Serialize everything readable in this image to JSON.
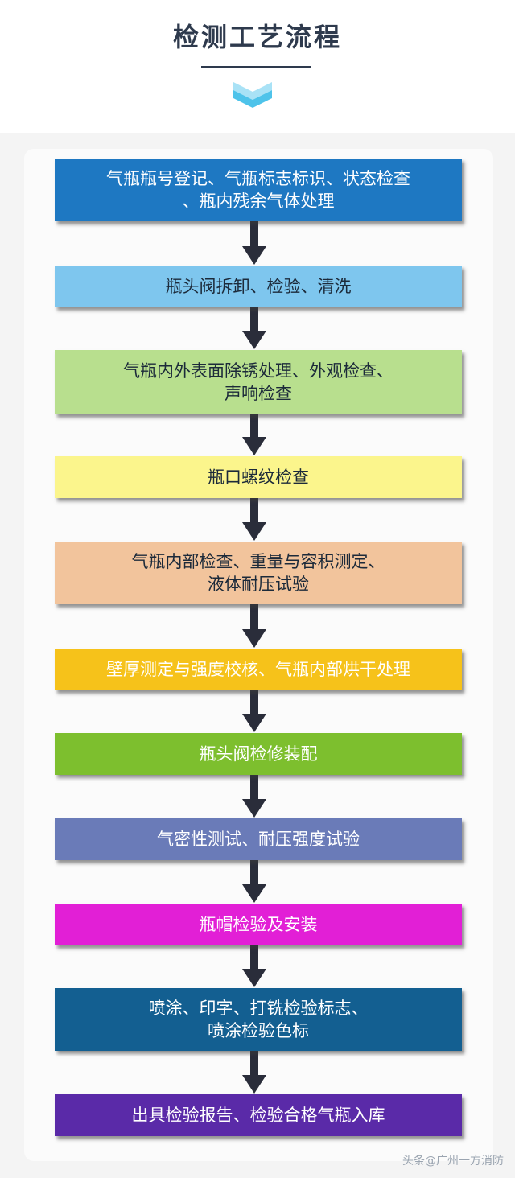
{
  "page": {
    "title": "检测工艺流程",
    "watermark": "头条@广州一方消防"
  },
  "colors": {
    "title": "#2e3a4d",
    "arrow": "#2a2d3a",
    "chevron_light": "#a9e2f6",
    "chevron_dark": "#4ec3ea"
  },
  "steps": [
    {
      "label": "气瓶瓶号登记、气瓶标志标识、状态检查、瓶内残余气体处理",
      "lines": [
        "气瓶瓶号登记、气瓶标志标识、状态检查",
        "、瓶内残余气体处理"
      ],
      "bg": "#1e78c2",
      "fg": "#ffffff"
    },
    {
      "label": "瓶头阀拆卸、检验、清洗",
      "lines": [
        "瓶头阀拆卸、检验、清洗"
      ],
      "bg": "#7ec6ee",
      "fg": "#1c2a3a"
    },
    {
      "label": "气瓶内外表面除锈处理、外观检查、声响检查",
      "lines": [
        "气瓶内外表面除锈处理、外观检查、",
        "声响检查"
      ],
      "bg": "#b8df8e",
      "fg": "#1c2a3a"
    },
    {
      "label": "瓶口螺纹检查",
      "lines": [
        "瓶口螺纹检查"
      ],
      "bg": "#fbf58c",
      "fg": "#1c2a3a"
    },
    {
      "label": "气瓶内部检查、重量与容积测定、液体耐压试验",
      "lines": [
        "气瓶内部检查、重量与容积测定、",
        "液体耐压试验"
      ],
      "bg": "#f2c49c",
      "fg": "#1c2a3a"
    },
    {
      "label": "壁厚测定与强度校核、气瓶内部烘干处理",
      "lines": [
        "壁厚测定与强度校核、气瓶内部烘干处理"
      ],
      "bg": "#f6c21a",
      "fg": "#ffffff"
    },
    {
      "label": "瓶头阀检修装配",
      "lines": [
        "瓶头阀检修装配"
      ],
      "bg": "#7dbf2e",
      "fg": "#ffffff"
    },
    {
      "label": "气密性测试、耐压强度试验",
      "lines": [
        "气密性测试、耐压强度试验"
      ],
      "bg": "#6a7bb8",
      "fg": "#ffffff"
    },
    {
      "label": "瓶帽检验及安装",
      "lines": [
        "瓶帽检验及安装"
      ],
      "bg": "#e21fd6",
      "fg": "#ffffff"
    },
    {
      "label": "喷涂、印字、打铣检验标志、喷涂检验色标",
      "lines": [
        "喷涂、印字、打铣检验标志、",
        "喷涂检验色标"
      ],
      "bg": "#135f91",
      "fg": "#ffffff"
    },
    {
      "label": "出具检验报告、检验合格气瓶入库",
      "lines": [
        "出具检验报告、检验合格气瓶入库"
      ],
      "bg": "#5a2aa8",
      "fg": "#ffffff"
    }
  ]
}
